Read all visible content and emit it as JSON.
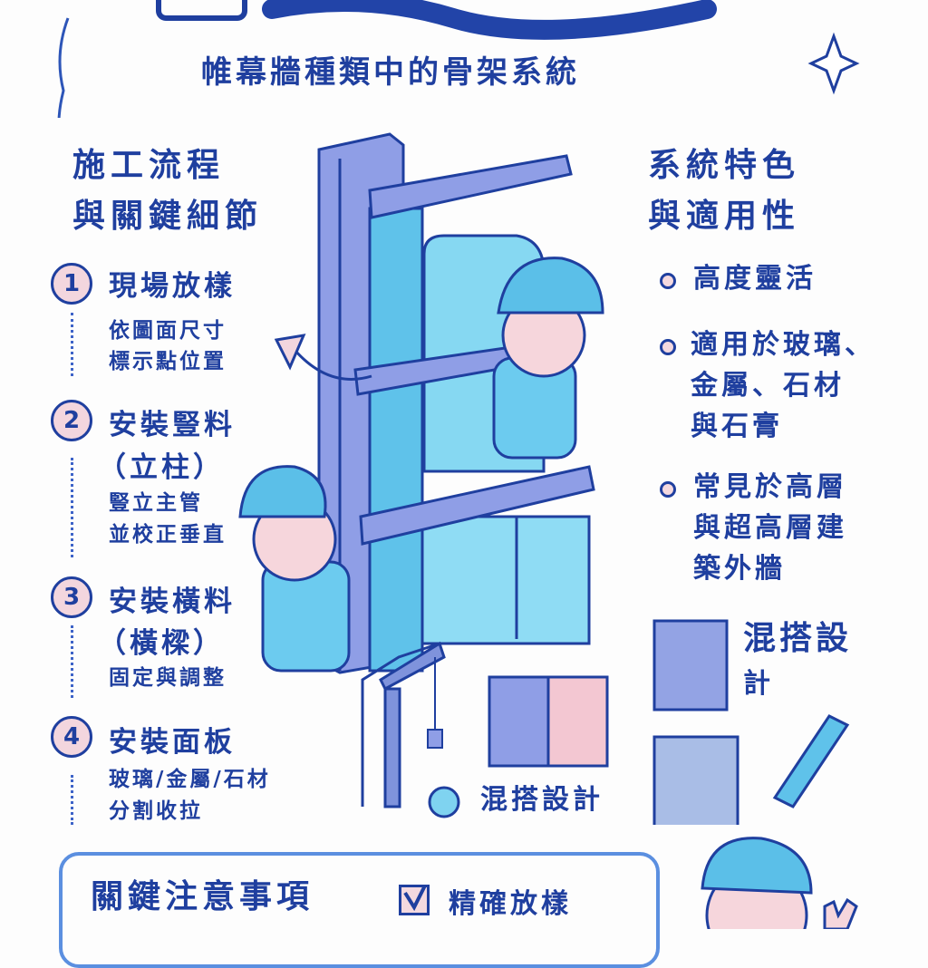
{
  "subtitle": "帷幕牆種類中的骨架系統",
  "process": {
    "heading_line1": "施工流程",
    "heading_line2": "與關鍵細節",
    "steps": [
      {
        "number": "1",
        "title": "現場放樣",
        "title2": "",
        "desc1": "依圖面尺寸",
        "desc2": "標示點位置"
      },
      {
        "number": "2",
        "title": "安裝豎料",
        "title2": "（立柱）",
        "desc1": "豎立主管",
        "desc2": "並校正垂直"
      },
      {
        "number": "3",
        "title": "安裝橫料",
        "title2": "（橫樑）",
        "desc1": "固定與調整",
        "desc2": ""
      },
      {
        "number": "4",
        "title": "安裝面板",
        "title2": "",
        "desc1": "玻璃/金屬/石材",
        "desc2": "分割收拉"
      }
    ]
  },
  "features": {
    "heading_line1": "系統特色",
    "heading_line2": "與適用性",
    "items": [
      {
        "lines": [
          "高度靈活"
        ]
      },
      {
        "lines": [
          "適用於玻璃、",
          "金屬、石材",
          "與石膏"
        ]
      },
      {
        "lines": [
          "常見於高層",
          "與超高層建",
          "築外牆"
        ]
      }
    ]
  },
  "mix_design": {
    "right_label_line1": "混搭設",
    "right_label_line2": "計",
    "center_label": "混搭設計"
  },
  "notes": {
    "heading": "關鍵注意事項",
    "checklist": [
      {
        "label": "精確放樣",
        "checked": true
      }
    ]
  },
  "colors": {
    "ink": "#1f3f9f",
    "frame": "#8f9ee6",
    "glass": "#7fd3f0",
    "accent_pink": "#f3d6de",
    "helmet": "#5bbfe8"
  }
}
